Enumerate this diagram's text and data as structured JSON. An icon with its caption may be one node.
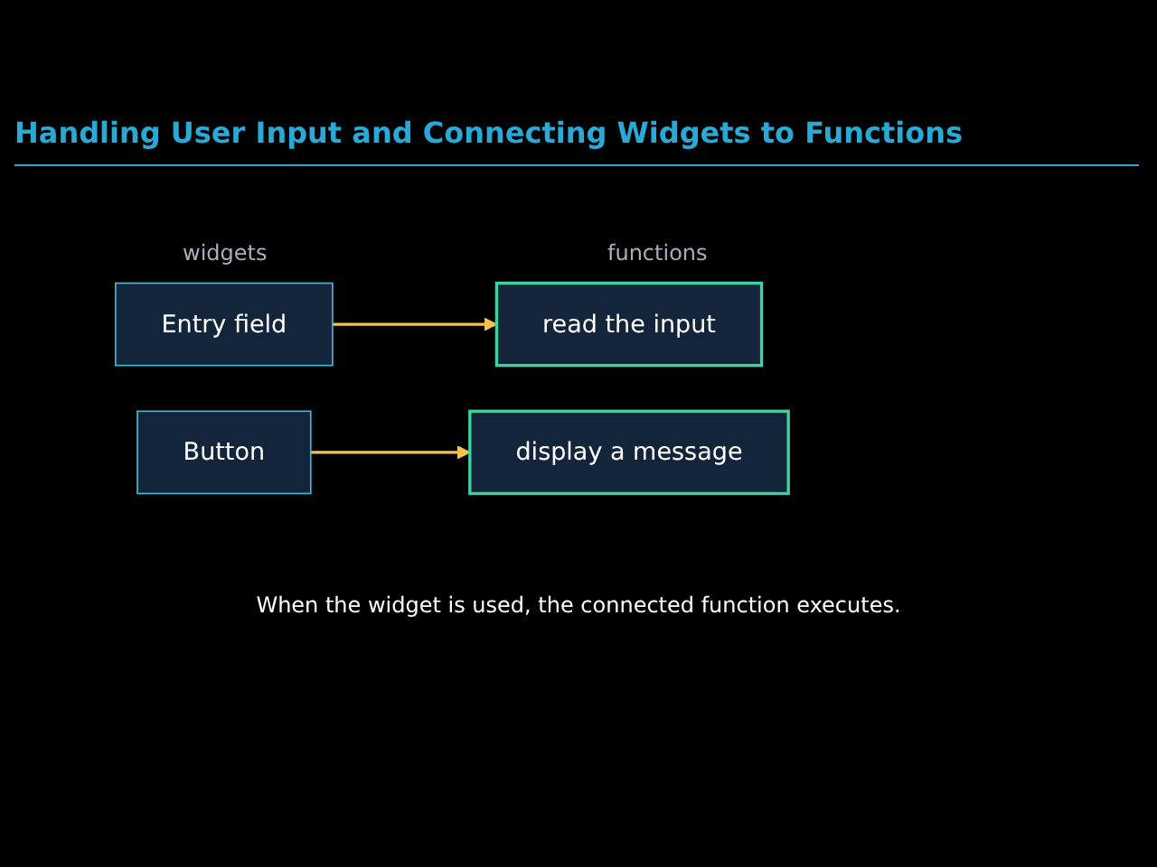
{
  "diagram": {
    "title": "Handling User Input and Connecting Widgets to Functions",
    "nodes": [
      {
        "text": [
          "Entry field"
        ]
      },
      {
        "text": [
          "read the input"
        ]
      },
      {
        "text": [
          "Button"
        ]
      },
      {
        "text": [
          "display a message"
        ]
      }
    ],
    "edges": [
      {
        "from": 0,
        "to": 1,
        "arrow": "to"
      },
      {
        "from": 2,
        "to": 3,
        "arrow": "to"
      }
    ],
    "labels": [
      "widgets",
      "functions",
      "When the widget is used, the connected function executes."
    ]
  }
}
